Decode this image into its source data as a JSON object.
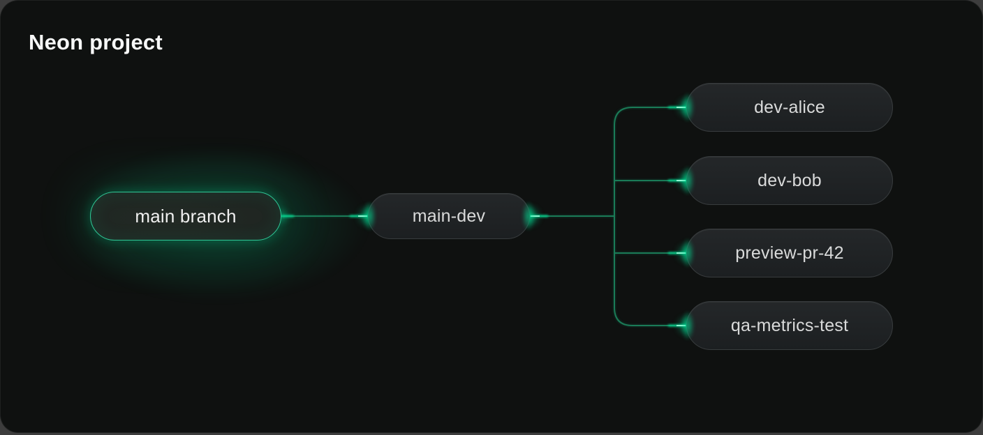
{
  "title": "Neon project",
  "diagram": {
    "root": {
      "label": "main branch"
    },
    "trunk": {
      "label": "main-dev"
    },
    "branches": [
      {
        "label": "dev-alice"
      },
      {
        "label": "dev-bob"
      },
      {
        "label": "preview-pr-42"
      },
      {
        "label": "qa-metrics-test"
      }
    ]
  },
  "colors": {
    "accent": "#00e599",
    "line": "#1a7b57",
    "card_bg": "#0f1110",
    "page_bg": "#3d3d3d",
    "node_bg": "#242729",
    "node_border": "#383c3e",
    "root_border": "#2fc796",
    "text": "#d9dada",
    "title_color": "#f7f8f8"
  }
}
